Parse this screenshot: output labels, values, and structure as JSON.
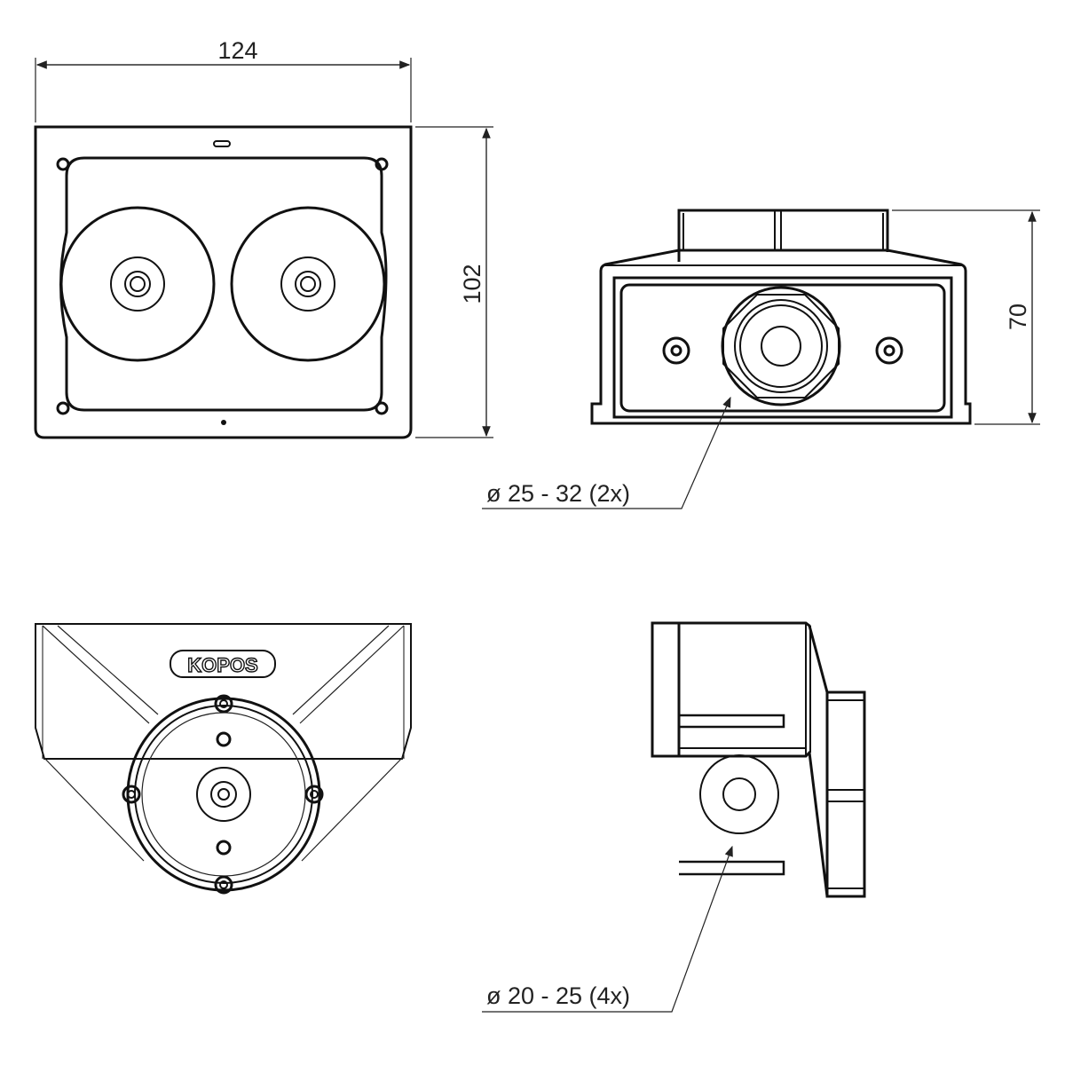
{
  "dimensions": {
    "width": "124",
    "height": "102",
    "depth": "70"
  },
  "callouts": {
    "top_gland": "ø 25 - 32 (2x)",
    "side_knockout": "ø 20 - 25 (4x)"
  },
  "logo": "KOPOS"
}
